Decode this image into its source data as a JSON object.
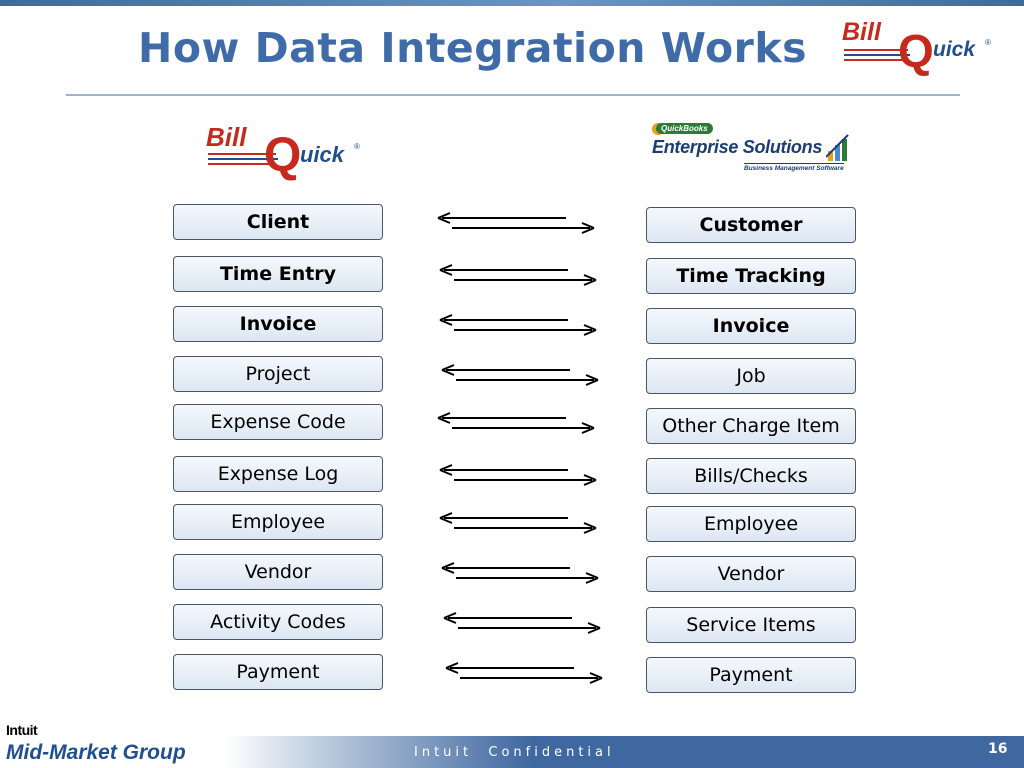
{
  "slide": {
    "title": "How Data Integration Works",
    "footer_brand_small": "Intuit",
    "footer_brand": "Mid-Market Group",
    "confidential": "Intuit  Confidential",
    "page_number": "16"
  },
  "logos": {
    "billquick": {
      "bill": "Bill",
      "q": "Q",
      "uick": "uick",
      "reg": "®"
    },
    "quickbooks": {
      "tag": "QuickBooks",
      "name": "Enterprise Solutions",
      "tagline": "Business Management Software"
    }
  },
  "colors": {
    "title": "#3f6ca8",
    "box_border": "#4a5566",
    "footer_blue": "#3f67a0"
  },
  "mappings": [
    {
      "billquick": "Client",
      "quickbooks": "Customer",
      "bold": true
    },
    {
      "billquick": "Time Entry",
      "quickbooks": "Time Tracking",
      "bold": true
    },
    {
      "billquick": "Invoice",
      "quickbooks": "Invoice",
      "bold": true
    },
    {
      "billquick": "Project",
      "quickbooks": "Job",
      "bold": false
    },
    {
      "billquick": "Expense Code",
      "quickbooks": "Other Charge Item",
      "bold": false
    },
    {
      "billquick": "Expense Log",
      "quickbooks": "Bills/Checks",
      "bold": false
    },
    {
      "billquick": "Employee",
      "quickbooks": "Employee",
      "bold": false
    },
    {
      "billquick": "Vendor",
      "quickbooks": "Vendor",
      "bold": false
    },
    {
      "billquick": "Activity Codes",
      "quickbooks": "Service Items",
      "bold": false
    },
    {
      "billquick": "Payment",
      "quickbooks": "Payment",
      "bold": false
    }
  ]
}
